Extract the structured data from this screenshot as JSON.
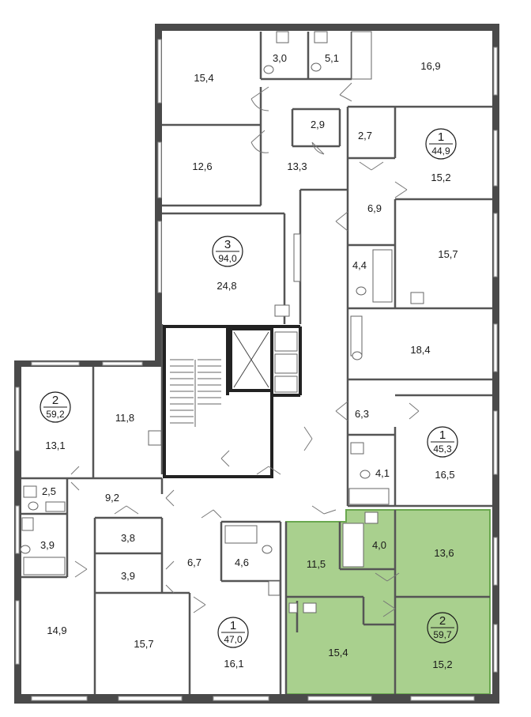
{
  "colors": {
    "highlight_fill": "#a9d08e",
    "highlight_stroke": "#6aa84f",
    "wall": "#4a4a4a"
  },
  "rooms": [
    {
      "id": "r154a",
      "label": "15,4"
    },
    {
      "id": "r30",
      "label": "3,0"
    },
    {
      "id": "r51",
      "label": "5,1"
    },
    {
      "id": "r169",
      "label": "16,9"
    },
    {
      "id": "r29",
      "label": "2,9"
    },
    {
      "id": "r27",
      "label": "2,7"
    },
    {
      "id": "r152a",
      "label": "15,2"
    },
    {
      "id": "r126",
      "label": "12,6"
    },
    {
      "id": "r133",
      "label": "13,3"
    },
    {
      "id": "r69",
      "label": "6,9"
    },
    {
      "id": "r157a",
      "label": "15,7"
    },
    {
      "id": "r44",
      "label": "4,4"
    },
    {
      "id": "r248",
      "label": "24,8"
    },
    {
      "id": "r184",
      "label": "18,4"
    },
    {
      "id": "r63",
      "label": "6,3"
    },
    {
      "id": "r131",
      "label": "13,1"
    },
    {
      "id": "r118",
      "label": "11,8"
    },
    {
      "id": "r165",
      "label": "16,5"
    },
    {
      "id": "r41",
      "label": "4,1"
    },
    {
      "id": "r25",
      "label": "2,5"
    },
    {
      "id": "r92",
      "label": "9,2"
    },
    {
      "id": "r39a",
      "label": "3,9"
    },
    {
      "id": "r38",
      "label": "3,8"
    },
    {
      "id": "r67",
      "label": "6,7"
    },
    {
      "id": "r46",
      "label": "4,6"
    },
    {
      "id": "r115",
      "label": "11,5"
    },
    {
      "id": "r40",
      "label": "4,0"
    },
    {
      "id": "r136",
      "label": "13,6"
    },
    {
      "id": "r39b",
      "label": "3,9"
    },
    {
      "id": "r149",
      "label": "14,9"
    },
    {
      "id": "r157b",
      "label": "15,7"
    },
    {
      "id": "r161",
      "label": "16,1"
    },
    {
      "id": "r154b",
      "label": "15,4"
    },
    {
      "id": "r152b",
      "label": "15,2"
    }
  ],
  "apartments": [
    {
      "id": "apt-a",
      "rooms": "1",
      "area": "44,9",
      "highlighted": false
    },
    {
      "id": "apt-b",
      "rooms": "3",
      "area": "94,0",
      "highlighted": false
    },
    {
      "id": "apt-c",
      "rooms": "2",
      "area": "59,2",
      "highlighted": false
    },
    {
      "id": "apt-d",
      "rooms": "1",
      "area": "45,3",
      "highlighted": false
    },
    {
      "id": "apt-e",
      "rooms": "1",
      "area": "47,0",
      "highlighted": false
    },
    {
      "id": "apt-f",
      "rooms": "2",
      "area": "59,7",
      "highlighted": true
    }
  ]
}
